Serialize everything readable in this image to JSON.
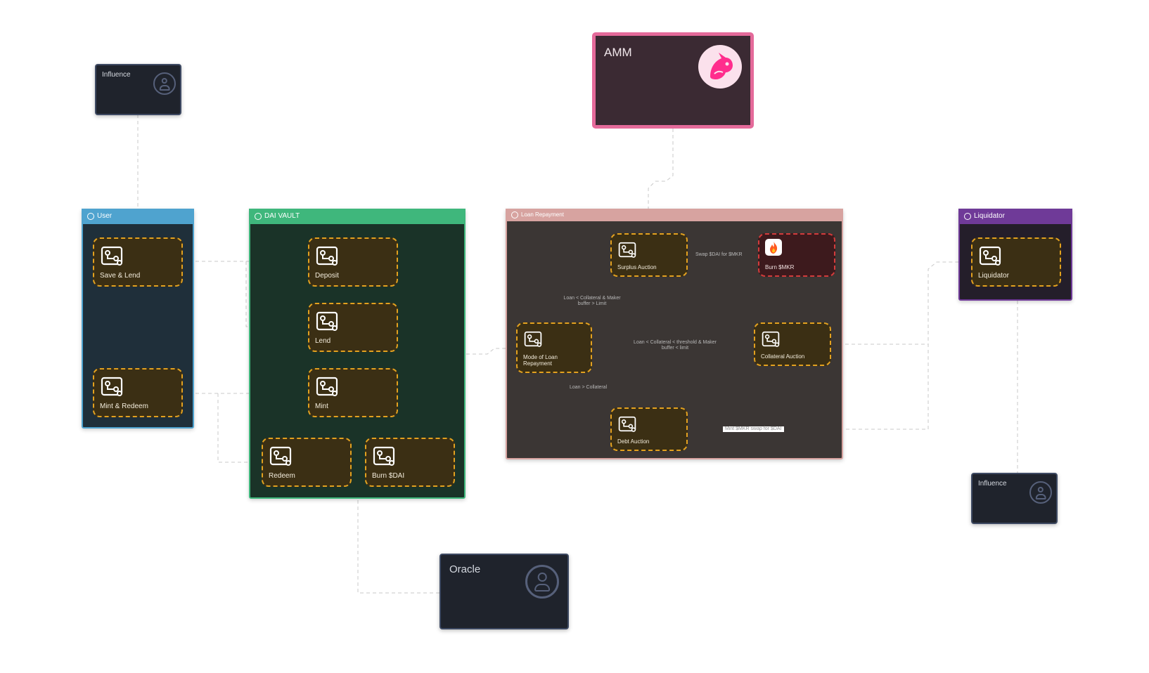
{
  "external": {
    "influence_top": "Influence",
    "amm": "AMM",
    "oracle": "Oracle",
    "influence_bottom": "Influence"
  },
  "groups": {
    "user": {
      "title": "User",
      "color": "#4fa3cf"
    },
    "vault": {
      "title": "DAI VAULT",
      "color": "#3fb77c"
    },
    "repay": {
      "title": "Loan Repayment",
      "color": "#d7a3a0"
    },
    "liq": {
      "title": "Liquidator",
      "color": "#6f3a98"
    }
  },
  "nodes": {
    "save_lend": "Save & Lend",
    "mint_redeem": "Mint & Redeem",
    "deposit": "Deposit",
    "lend": "Lend",
    "mint": "Mint",
    "redeem": "Redeem",
    "burn_dai": "Burn $DAI",
    "surplus_auction": "Surplus Auction",
    "burn_mkr": "Burn $MKR",
    "mode_loan": "Mode of Loan Repayment",
    "collateral_auction": "Collateral Auction",
    "debt_auction": "Debt Auction",
    "liquidator": "Liquidator"
  },
  "edges": {
    "swap": "Swap $DAI for $MKR",
    "loan_gt_limit": "Loan < Collateral & Maker buffer > Limit",
    "loan_threshold": "Loan < Collateral < threshold & Maker buffer < limit",
    "loan_gt_collateral": "Loan > Collateral",
    "mint_mkr": "Mint $MKR swap for $DAI"
  },
  "icons": [
    "person-icon",
    "workflow-icon",
    "flame-icon",
    "unicorn-logo"
  ],
  "colors": {
    "node_border": "#e3a11f",
    "burn_border": "#d33b3b",
    "amm_border": "#e46a9a"
  }
}
